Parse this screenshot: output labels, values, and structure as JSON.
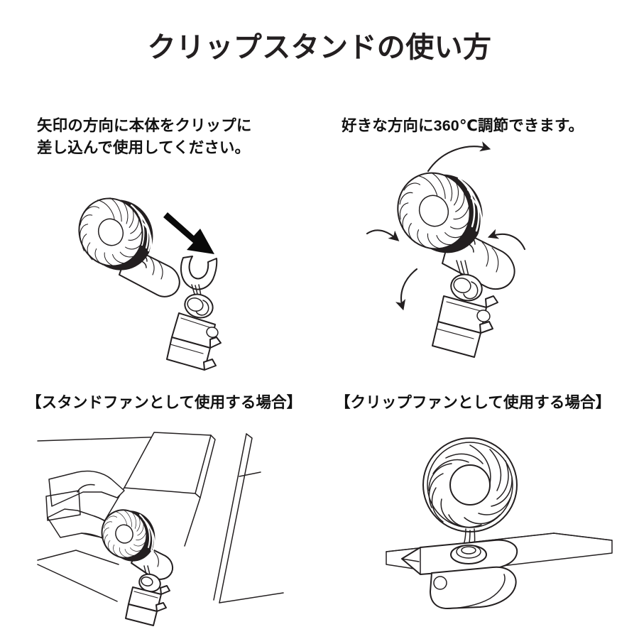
{
  "page": {
    "title": "クリップスタンドの使い方",
    "background_color": "#ffffff",
    "ink_color": "#231f20"
  },
  "panels": [
    {
      "id": "insert",
      "caption": "矢印の方向に本体をクリップに\n差し込んで使用してください。",
      "illustration": "hand-fan-inserted-into-clip-cradle-with-bold-arrow",
      "elements": [
        "fan-head",
        "fan-handle",
        "bold-insert-arrow",
        "clip-cradle",
        "clip-body"
      ]
    },
    {
      "id": "rotate",
      "caption": "好きな方向に360℃調節できます。",
      "illustration": "fan-mounted-on-clip-with-four-rotation-arrows",
      "elements": [
        "fan-head",
        "fan-handle",
        "clip-body",
        "rotation-arrow-top",
        "rotation-arrow-left",
        "rotation-arrow-right",
        "rotation-arrow-bottom"
      ]
    },
    {
      "id": "stand-mode",
      "caption": "【スタンドファンとして使用する場合】",
      "illustration": "fan-standing-on-desk-beside-hands-and-laptop",
      "elements": [
        "desk",
        "laptop",
        "hands",
        "fan-on-clip-base"
      ]
    },
    {
      "id": "clip-mode",
      "caption": "【クリップファンとして使用する場合】",
      "illustration": "fan-clipped-to-board-edge-front-view",
      "elements": [
        "fan-head-front",
        "neck",
        "clip-jaw",
        "board-edge"
      ]
    }
  ]
}
